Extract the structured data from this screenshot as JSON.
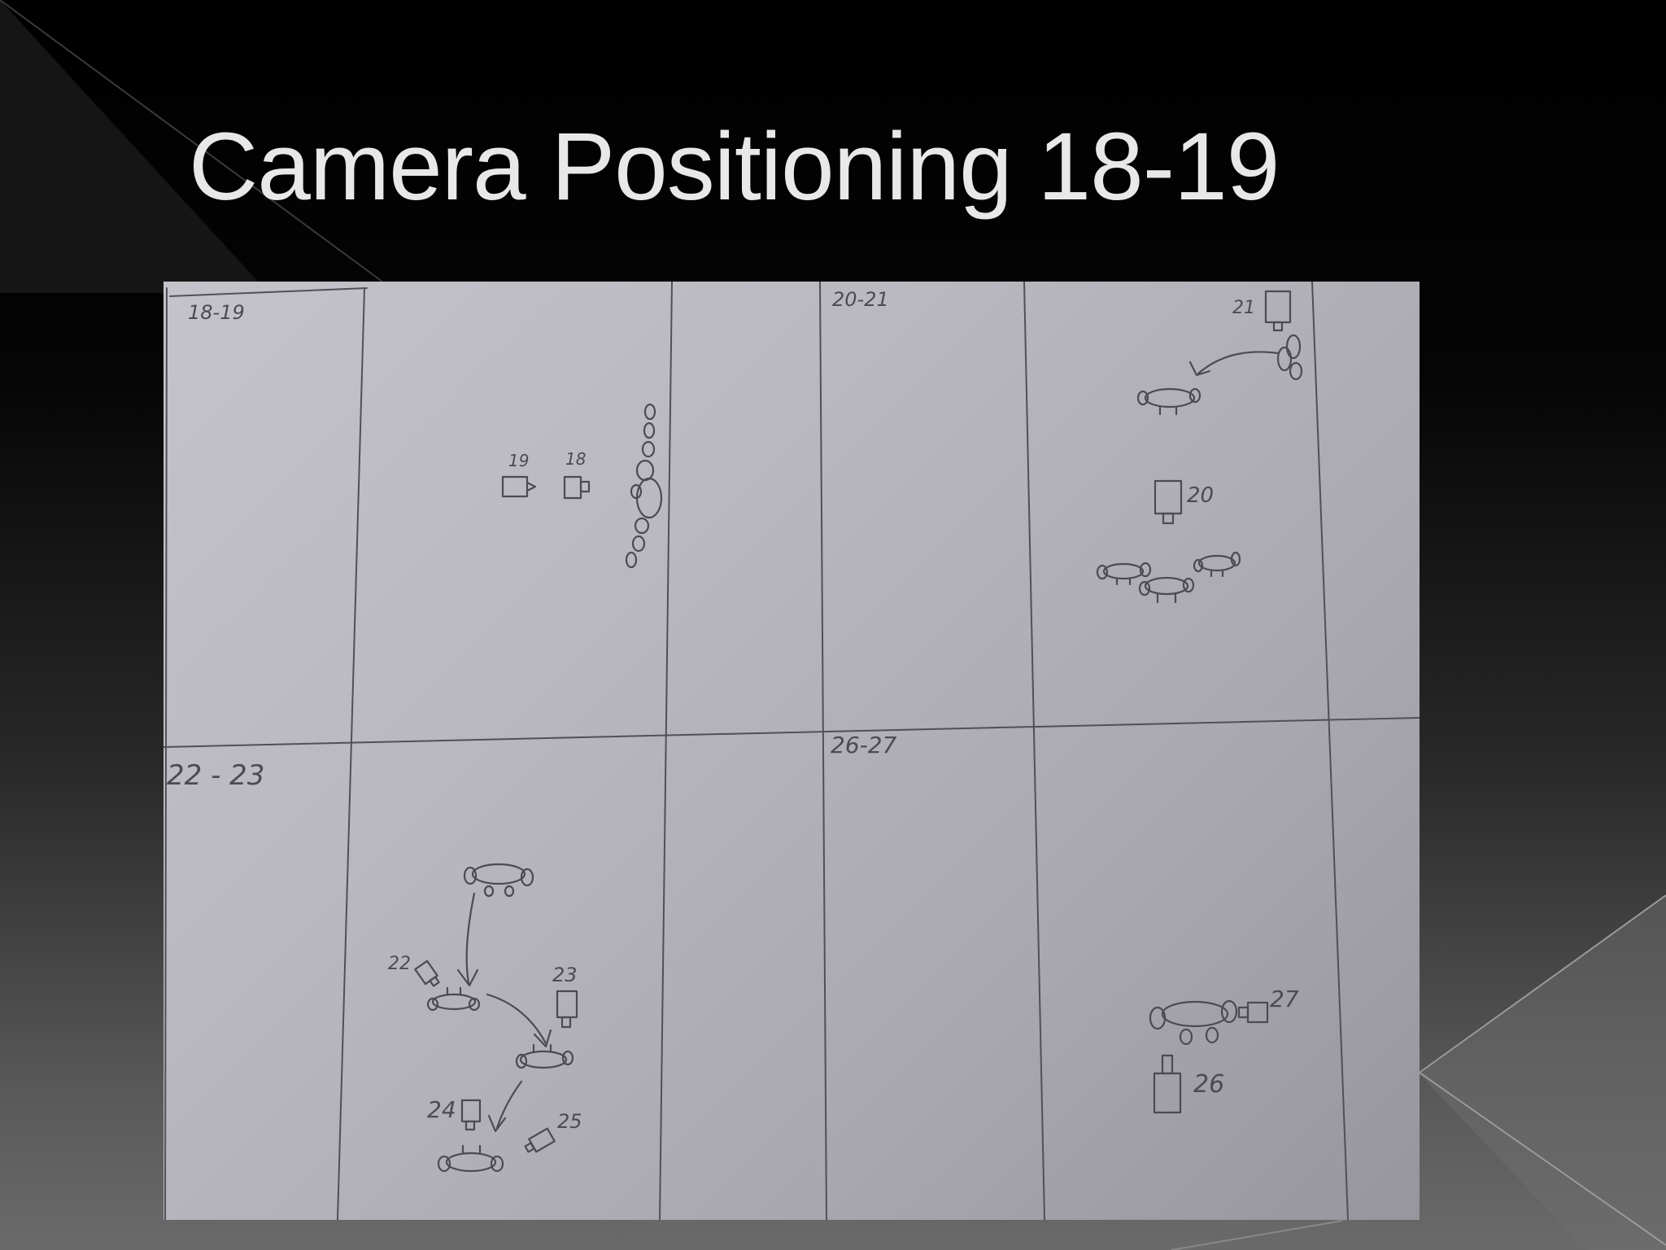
{
  "slide": {
    "title": "Camera Positioning 18-19"
  },
  "storyboard": {
    "panel_labels": {
      "top_left": "18-19",
      "top_right": "20-21",
      "bottom_left": "22 - 23",
      "bottom_right": "26-27"
    },
    "shot_numbers": {
      "n18": "18",
      "n19": "19",
      "n20": "20",
      "n21": "21",
      "n22": "22",
      "n23": "23",
      "n24": "24",
      "n25": "25",
      "n26": "26",
      "n27": "27"
    }
  },
  "colors": {
    "ink": "#4b4b52",
    "title": "#e8e8e8"
  }
}
